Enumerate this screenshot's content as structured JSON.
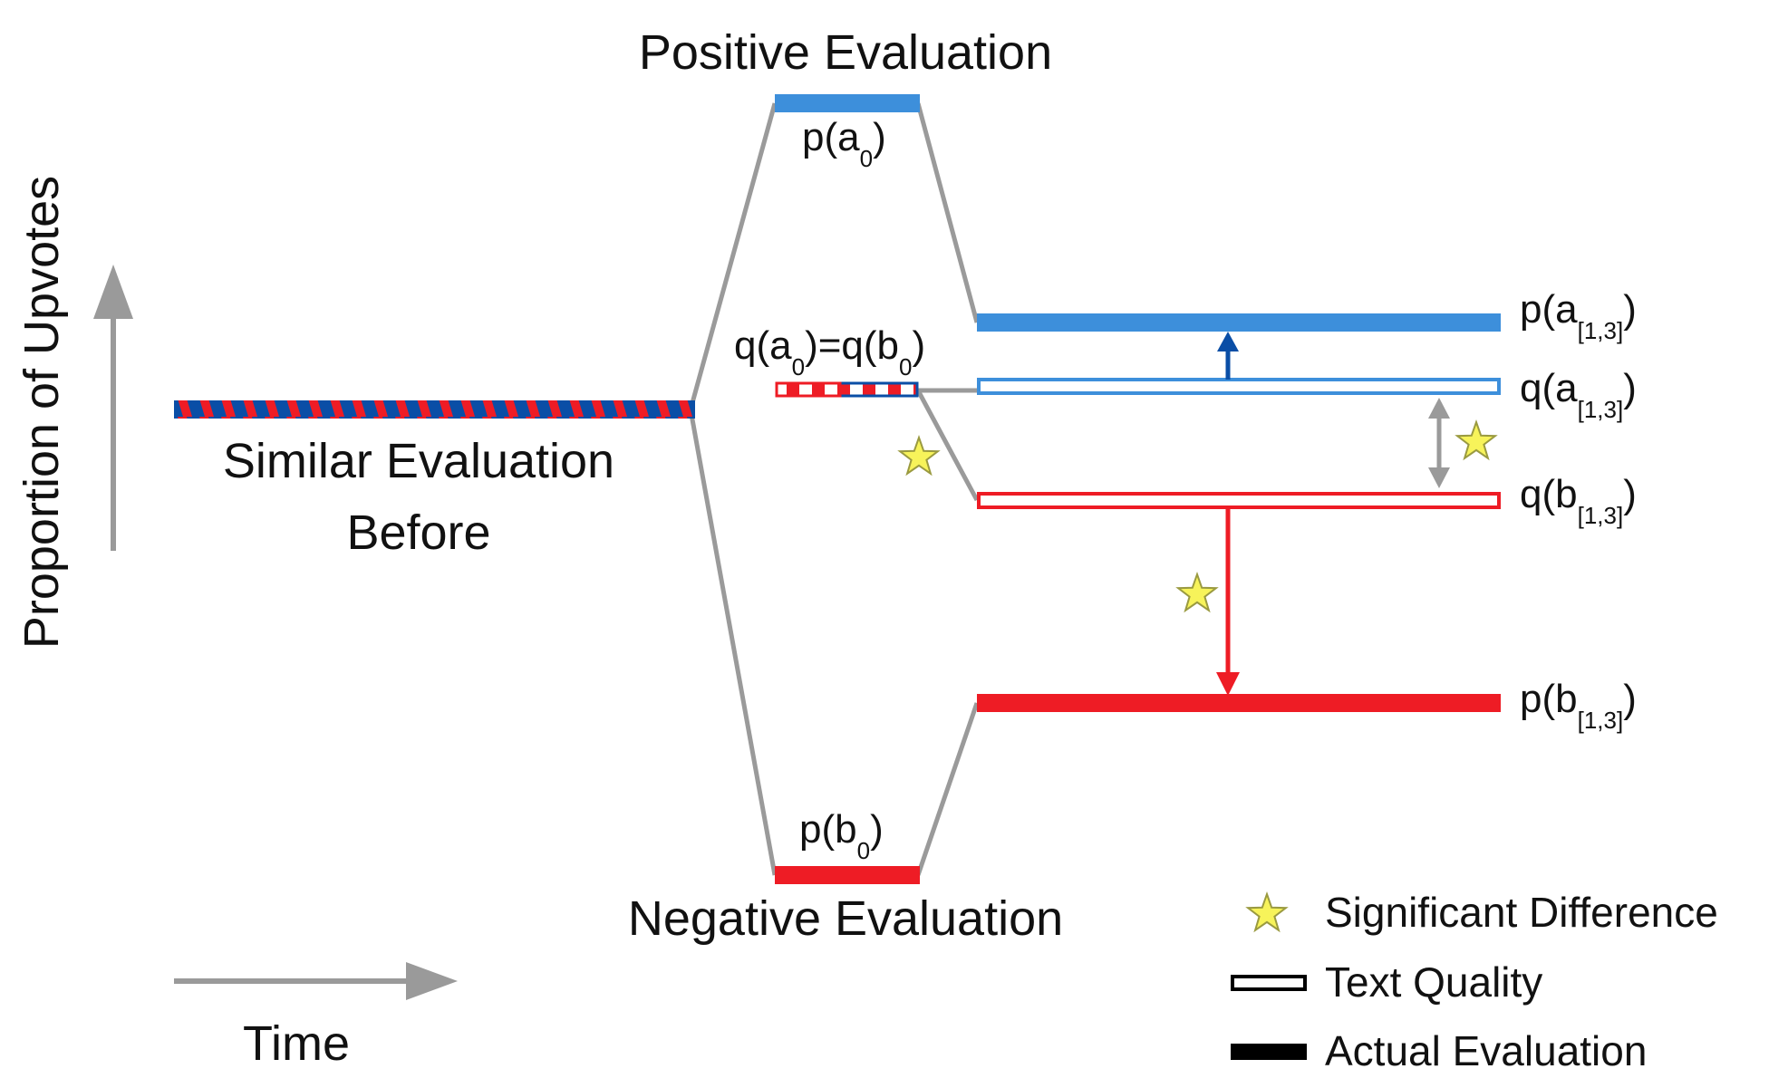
{
  "colors": {
    "blue_light": "#3d8fdb",
    "blue_dark": "#0a4ea6",
    "red": "#ee1c25",
    "gray": "#9a9a9a",
    "star_fill": "#f7f35a",
    "star_stroke": "#9a9a40",
    "black": "#000000"
  },
  "axes": {
    "y_label": "Proportion of Upvotes",
    "x_label": "Time"
  },
  "stages": {
    "before_line1": "Similar Evaluation",
    "before_line2": "Before",
    "positive": "Positive Evaluation",
    "negative": "Negative Evaluation"
  },
  "labels": {
    "p_a0": {
      "main": "p(a",
      "sub": "0",
      "close": ")"
    },
    "p_b0": {
      "main": "p(b",
      "sub": "0",
      "close": ")"
    },
    "q_eq": {
      "p1": "q(a",
      "s1": "0",
      "p2": ")=q(b",
      "s2": "0",
      "close": ")"
    },
    "p_a13": {
      "main": "p(a",
      "sub": "[1,3]",
      "close": ")"
    },
    "q_a13": {
      "main": "q(a",
      "sub": "[1,3]",
      "close": ")"
    },
    "q_b13": {
      "main": "q(b",
      "sub": "[1,3]",
      "close": ")"
    },
    "p_b13": {
      "main": "p(b",
      "sub": "[1,3]",
      "close": ")"
    }
  },
  "legend": {
    "significant": "Significant Difference",
    "text_quality": "Text Quality",
    "actual": "Actual Evaluation"
  }
}
